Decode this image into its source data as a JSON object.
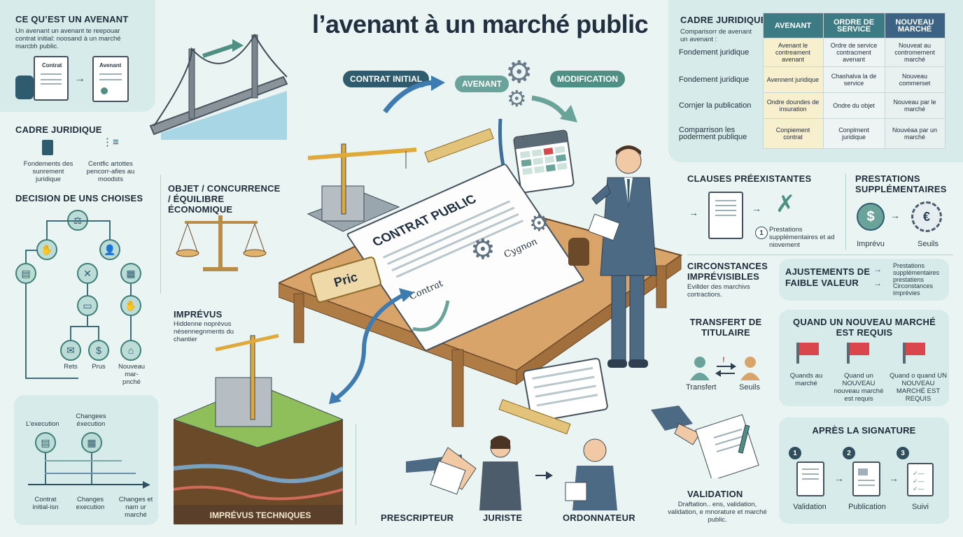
{
  "title": "l’avenant à un marché public",
  "top_left": {
    "heading": "CE QU’EST UN AVENANT",
    "text": "Un avenant un avenant te reepouar contrat initial: noosand à un marché marcbh public.",
    "doc1_label": "Contrat",
    "doc2_label": "Avenant"
  },
  "cadre_left": {
    "heading": "CADRE JURIDIQUE",
    "item1": "Fondements des sunrement juridique",
    "item2": "Centfic artottes pencorr-afies au moodsts"
  },
  "decision": {
    "heading": "DECISION DE UNS CHOISES",
    "leaves": [
      "Rets",
      "Prus",
      "Nouveau mar- pnché"
    ]
  },
  "timeline_left": {
    "top_labels": [
      "L’execution",
      "Changees éxecution"
    ],
    "bottom_labels": [
      "Contrat initial-isn",
      "Changes execution",
      "Changes et nam ur marché"
    ]
  },
  "flow_pills": {
    "contrat_initial": "CONTRAT INITIAL",
    "avenant": "AVENANT",
    "modification": "MODIFICATION"
  },
  "objet": {
    "heading": "OBJET / CONCURRENCE / ÉQUILIBRE ÉCONOMIQUE"
  },
  "imprevus": {
    "heading": "IMPRÉVUS",
    "text": "Hiddenne noprévus nésennegnments du chantier",
    "footer": "IMPRÉVUS TECHNIQUES"
  },
  "center": {
    "contract_title": "CONTRAT PUBLIC",
    "price_tag": "Pric",
    "signature1": "Contrat",
    "signature2": "Cygnon"
  },
  "bottom_roles": [
    "PRESCRIPTEUR",
    "JURISTE",
    "ORDONNATEUR"
  ],
  "cadre_table": {
    "heading": "CADRE JURIDIQUE",
    "subheading": "Comparisorr de avenant un avenant :",
    "columns": [
      "AVENANT",
      "ORDRE DE SERVICE",
      "NOUVEAU MARCHÉ"
    ],
    "rows": [
      {
        "label": "Fondement juridique",
        "cells": [
          "Avenant le contreament avenant",
          "Ordre de service contracment avenant",
          "Nouveat au contromement marché"
        ]
      },
      {
        "label": "Fondement juridique",
        "cells": [
          "Avennent juridique",
          "Chashalva la de service",
          "Nouveau commerset"
        ]
      },
      {
        "label": "Cornjer la publication",
        "cells": [
          "Ondre doundes de insuration",
          "Ondre du objet",
          "Nouveau par le marché"
        ]
      },
      {
        "label": "Comparrison les poderment publique",
        "cells": [
          "Conpiement contrat",
          "Conplment juridique",
          "Nouvéaa par un marché"
        ]
      }
    ]
  },
  "clauses": {
    "heading": "CLAUSES PRÉEXISTANTES",
    "text": "Prestations supplémentaires et ad niovement"
  },
  "prestations": {
    "heading": "PRESTATIONS SUPPLÉMENTAIRES",
    "left": "Imprévu",
    "right": "Seuils"
  },
  "circonstances": {
    "heading": "CIRCONSTANCES IMPRÉVISIBLES",
    "text": "Evillder des marchivs cortractiors."
  },
  "ajustements": {
    "heading": "AJUSTEMENTS DE FAIBLE VALEUR",
    "items": [
      "Prestations supplémentaires",
      "prestatiens",
      "Circonstances imprévies"
    ]
  },
  "transfert": {
    "heading": "TRANSFERT DE TITULAIRE",
    "left": "Transfert",
    "right": "Seuils"
  },
  "nouveau_marche": {
    "heading": "QUAND UN NOUVEAU MARCHÉ EST REQUIS",
    "items": [
      "Quands au marché",
      "Quand un NOUVEAU nouveau marché est requis",
      "Quand o quand UN NOUVEAU MARCHÉ EST REQUIS"
    ]
  },
  "validation": {
    "heading": "VALIDATION",
    "text": "Draftation.. ens, validation, validation, e mnorature et marché public."
  },
  "apres": {
    "heading": "APRÈS LA SIGNATURE",
    "steps": [
      {
        "num": "1",
        "label": "Validation"
      },
      {
        "num": "2",
        "label": "Publication"
      },
      {
        "num": "3",
        "label": "Suivi"
      }
    ]
  },
  "colors": {
    "panel": "#d6ebea",
    "accent": "#2f5b6e",
    "green": "#4f8f84",
    "flag": "#d9464b"
  }
}
